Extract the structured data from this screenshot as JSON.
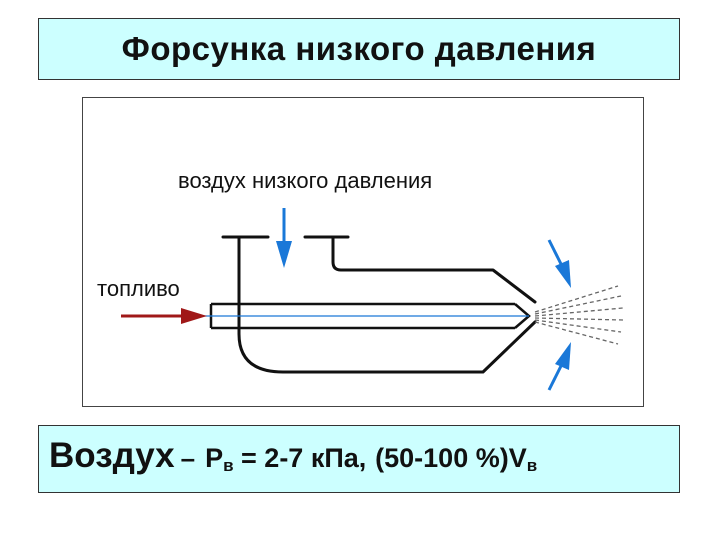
{
  "title": "Форсунка низкого давления",
  "diagram": {
    "air_label": "воздух низкого давления",
    "fuel_label": "топливо",
    "colors": {
      "air_arrow": "#1a78d8",
      "fuel_arrow": "#a01818",
      "outline": "#111111",
      "spray": "#666666"
    }
  },
  "formula": {
    "word": "Воздух",
    "dash": "–",
    "p_symbol": "Р",
    "p_sub": "в",
    "p_value": " = 2-7 кПа,",
    "v_range": "(50-100 %)V",
    "v_sub": "в"
  },
  "colors": {
    "box_fill": "#ccffff"
  }
}
